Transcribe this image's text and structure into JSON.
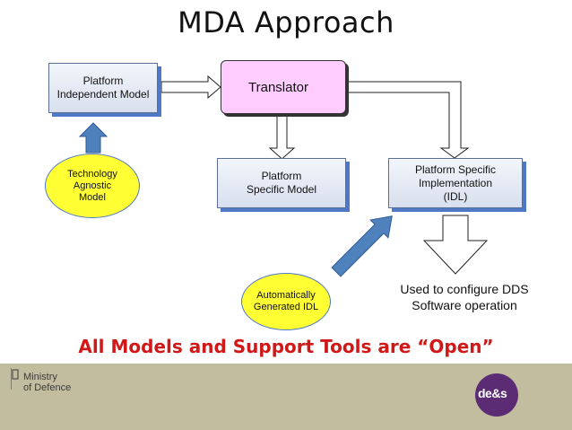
{
  "title": "MDA Approach",
  "nodes": {
    "pim": "Platform\nIndependent Model",
    "translator": "Translator",
    "psm": "Platform\nSpecific Model",
    "psi": "Platform Specific\nImplementation\n(IDL)"
  },
  "callouts": {
    "technology_agnostic": "Technology\nAgnostic\nModel",
    "auto_idl": "Automatically\nGenerated IDL"
  },
  "dds_note": "Used to configure DDS\nSoftware operation",
  "slogan": "All Models and Support Tools are “Open”",
  "footer": {
    "mod_name": "Ministry\nof Defence",
    "des_logo": "de&s"
  },
  "colors": {
    "box_shadow": "#4f79c7",
    "translator_fill": "#ffccff",
    "callout_fill": "#ffff33",
    "arrow_blue": "#4f81bd",
    "slogan_red": "#d01818",
    "footer_bg": "#c3bda0",
    "des_purple": "#5b2b74"
  }
}
